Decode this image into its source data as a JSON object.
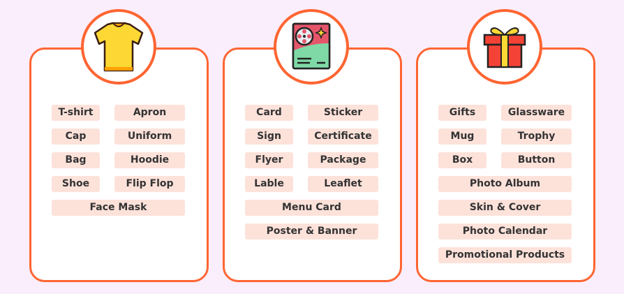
{
  "categories": [
    {
      "name": "apparel",
      "icon": "tshirt-icon",
      "items": [
        "T-shirt",
        "Apron",
        "Cap",
        "Uniform",
        "Bag",
        "Hoodie",
        "Shoe",
        "Flip Flop"
      ],
      "full_items": [
        "Face Mask"
      ]
    },
    {
      "name": "print",
      "icon": "poster-icon",
      "items": [
        "Card",
        "Sticker",
        "Sign",
        "Certificate",
        "Flyer",
        "Package",
        "Lable",
        "Leaflet"
      ],
      "full_items": [
        "Menu Card",
        "Poster & Banner"
      ]
    },
    {
      "name": "gifts",
      "icon": "gift-icon",
      "items": [
        "Gifts",
        "Glassware",
        "Mug",
        "Trophy",
        "Box",
        "Button"
      ],
      "full_items": [
        "Photo Album",
        "Skin & Cover",
        "Photo Calendar",
        "Promotional Products"
      ]
    }
  ],
  "colors": {
    "accent": "#fe6532",
    "tag_bg": "#fde2da",
    "background": "#fbeefc"
  }
}
